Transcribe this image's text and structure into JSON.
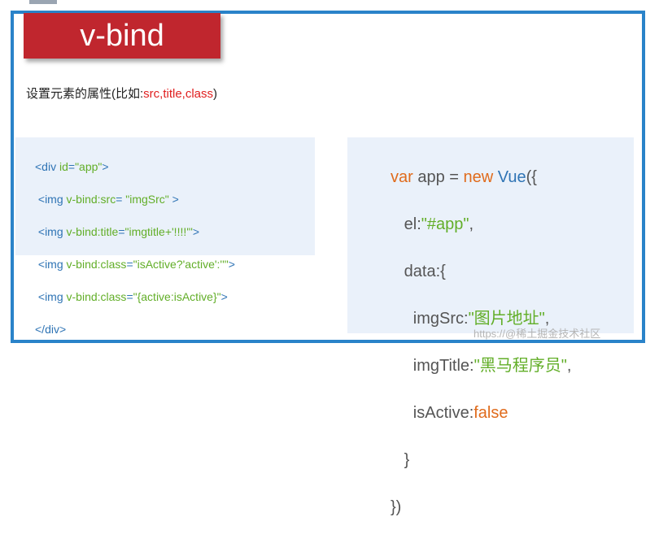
{
  "title": "v-bind",
  "subtitle": {
    "prefix": "设置元素的属性(比如:",
    "highlight": "src,title,class",
    "suffix": ")"
  },
  "html_code": {
    "line1": {
      "open": "<div ",
      "attr": "id",
      "eq": "=",
      "val": "\"app\"",
      "close": ">"
    },
    "line2": {
      "open": " <img ",
      "attr": "v-bind:src",
      "eq": "= ",
      "val": "\"imgSrc\"",
      "close": " >"
    },
    "line3": {
      "open": " <img ",
      "attr": "v-bind:title",
      "eq": "=",
      "val": "\"imgtitle+'!!!!'\"",
      "close": ">"
    },
    "line4": {
      "open": " <img ",
      "attr": "v-bind:class",
      "eq": "=",
      "val": "\"isActive?'active':''\"",
      "close": ">"
    },
    "line5": {
      "open": " <img ",
      "attr": "v-bind:class",
      "eq": "=",
      "val": "\"{active:isActive}\"",
      "close": ">"
    },
    "line6": {
      "open": "</div>"
    }
  },
  "js_code": {
    "l1_kw1": "var",
    "l1_mid": " app = ",
    "l1_kw2": "new",
    "l1_vue": " Vue",
    "l1_end": "({",
    "l2_prop": "   el:",
    "l2_str": "\"#app\"",
    "l2_end": ",",
    "l3": "   data:{",
    "l4_prop": "     imgSrc:",
    "l4_str": "\"图片地址\"",
    "l4_end": ",",
    "l5_prop": "     imgTitle:",
    "l5_str": "\"黑马程序员\"",
    "l5_end": ",",
    "l6_prop": "     isActive:",
    "l6_kw": "false",
    "l7": "   }",
    "l8": "})"
  },
  "watermark": "https://@稀土掘金技术社区",
  "colors": {
    "border": "#2a83c9",
    "title_bg": "#c0262e",
    "tag": "#2f74b5",
    "attr": "#62ae28",
    "keyword": "#e06b1c",
    "highlight": "#e02020"
  }
}
